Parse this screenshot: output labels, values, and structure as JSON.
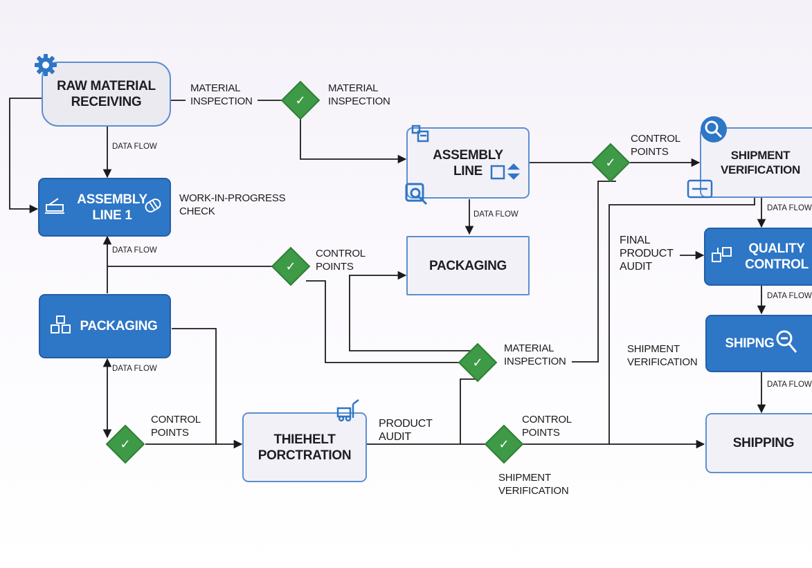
{
  "nodes": {
    "raw_material_receiving": "RAW MATERIAL\nRECEIVING",
    "assembly_line_1": "ASSEMBLY\nLINE 1",
    "packaging_left": "PACKAGING",
    "thiehelt_porctration": "THIEHELT\nPORCTRATION",
    "assembly_line": "ASSEMBLY\nLINE",
    "packaging_center": "PACKAGING",
    "shipment_verification": "SHIPMENT\nVERIFICATION",
    "quality_control": "QUALITY\nCONTROL",
    "shipng": "SHIPNG",
    "shipping": "SHIPPING"
  },
  "labels": {
    "material_inspection_1": "MATERIAL\nINSPECTION",
    "material_inspection_2": "MATERIAL\nINSPECTION",
    "material_inspection_3": "MATERIAL\nINSPECTION",
    "work_in_progress_check": "WORK-IN-PROGRESS\nCHECK",
    "control_points_1": "CONTROL\nPOINTS",
    "control_points_2": "CONTROL\nPOINTS",
    "control_points_3": "CONTROL\nPOINTS",
    "control_points_4": "CONTROL\nPOINTS",
    "product_audit": "PRODUCT\nAUDIT",
    "shipment_verification_1": "SHIPMENT\nVERIFICATION",
    "shipment_verification_2": "SHIPMENT\nVERIFICATION",
    "final_product_audit": "FINAL\nPRODUCT\nAUDIT",
    "data_flow_1": "DATA FLOW",
    "data_flow_2": "DATA FLOW",
    "data_flow_3": "DATA FLOW",
    "data_flow_4": "DATA FLOW",
    "data_flow_5": "DATA FLOW",
    "data_flow_6": "DATA FLOW",
    "data_flow_7": "DATA FLOW"
  },
  "icons": {
    "raw_material": "gear-icon",
    "assembly_line_1": "machine-icon",
    "packaging_left": "boxes-icon",
    "thiehelt": "forklift-icon",
    "assembly_line": "conveyor-icon",
    "shipment_verification": "magnifier-icon",
    "quality_control": "boxes-icon",
    "shipng": "magnifier-icon",
    "decision": "checklist-icon"
  },
  "colors": {
    "node_blue": "#2e76c6",
    "node_light": "#f3f1f8",
    "node_border": "#5b8fd0",
    "decision_green": "#3e9a46",
    "connector": "#1a1a1a"
  }
}
